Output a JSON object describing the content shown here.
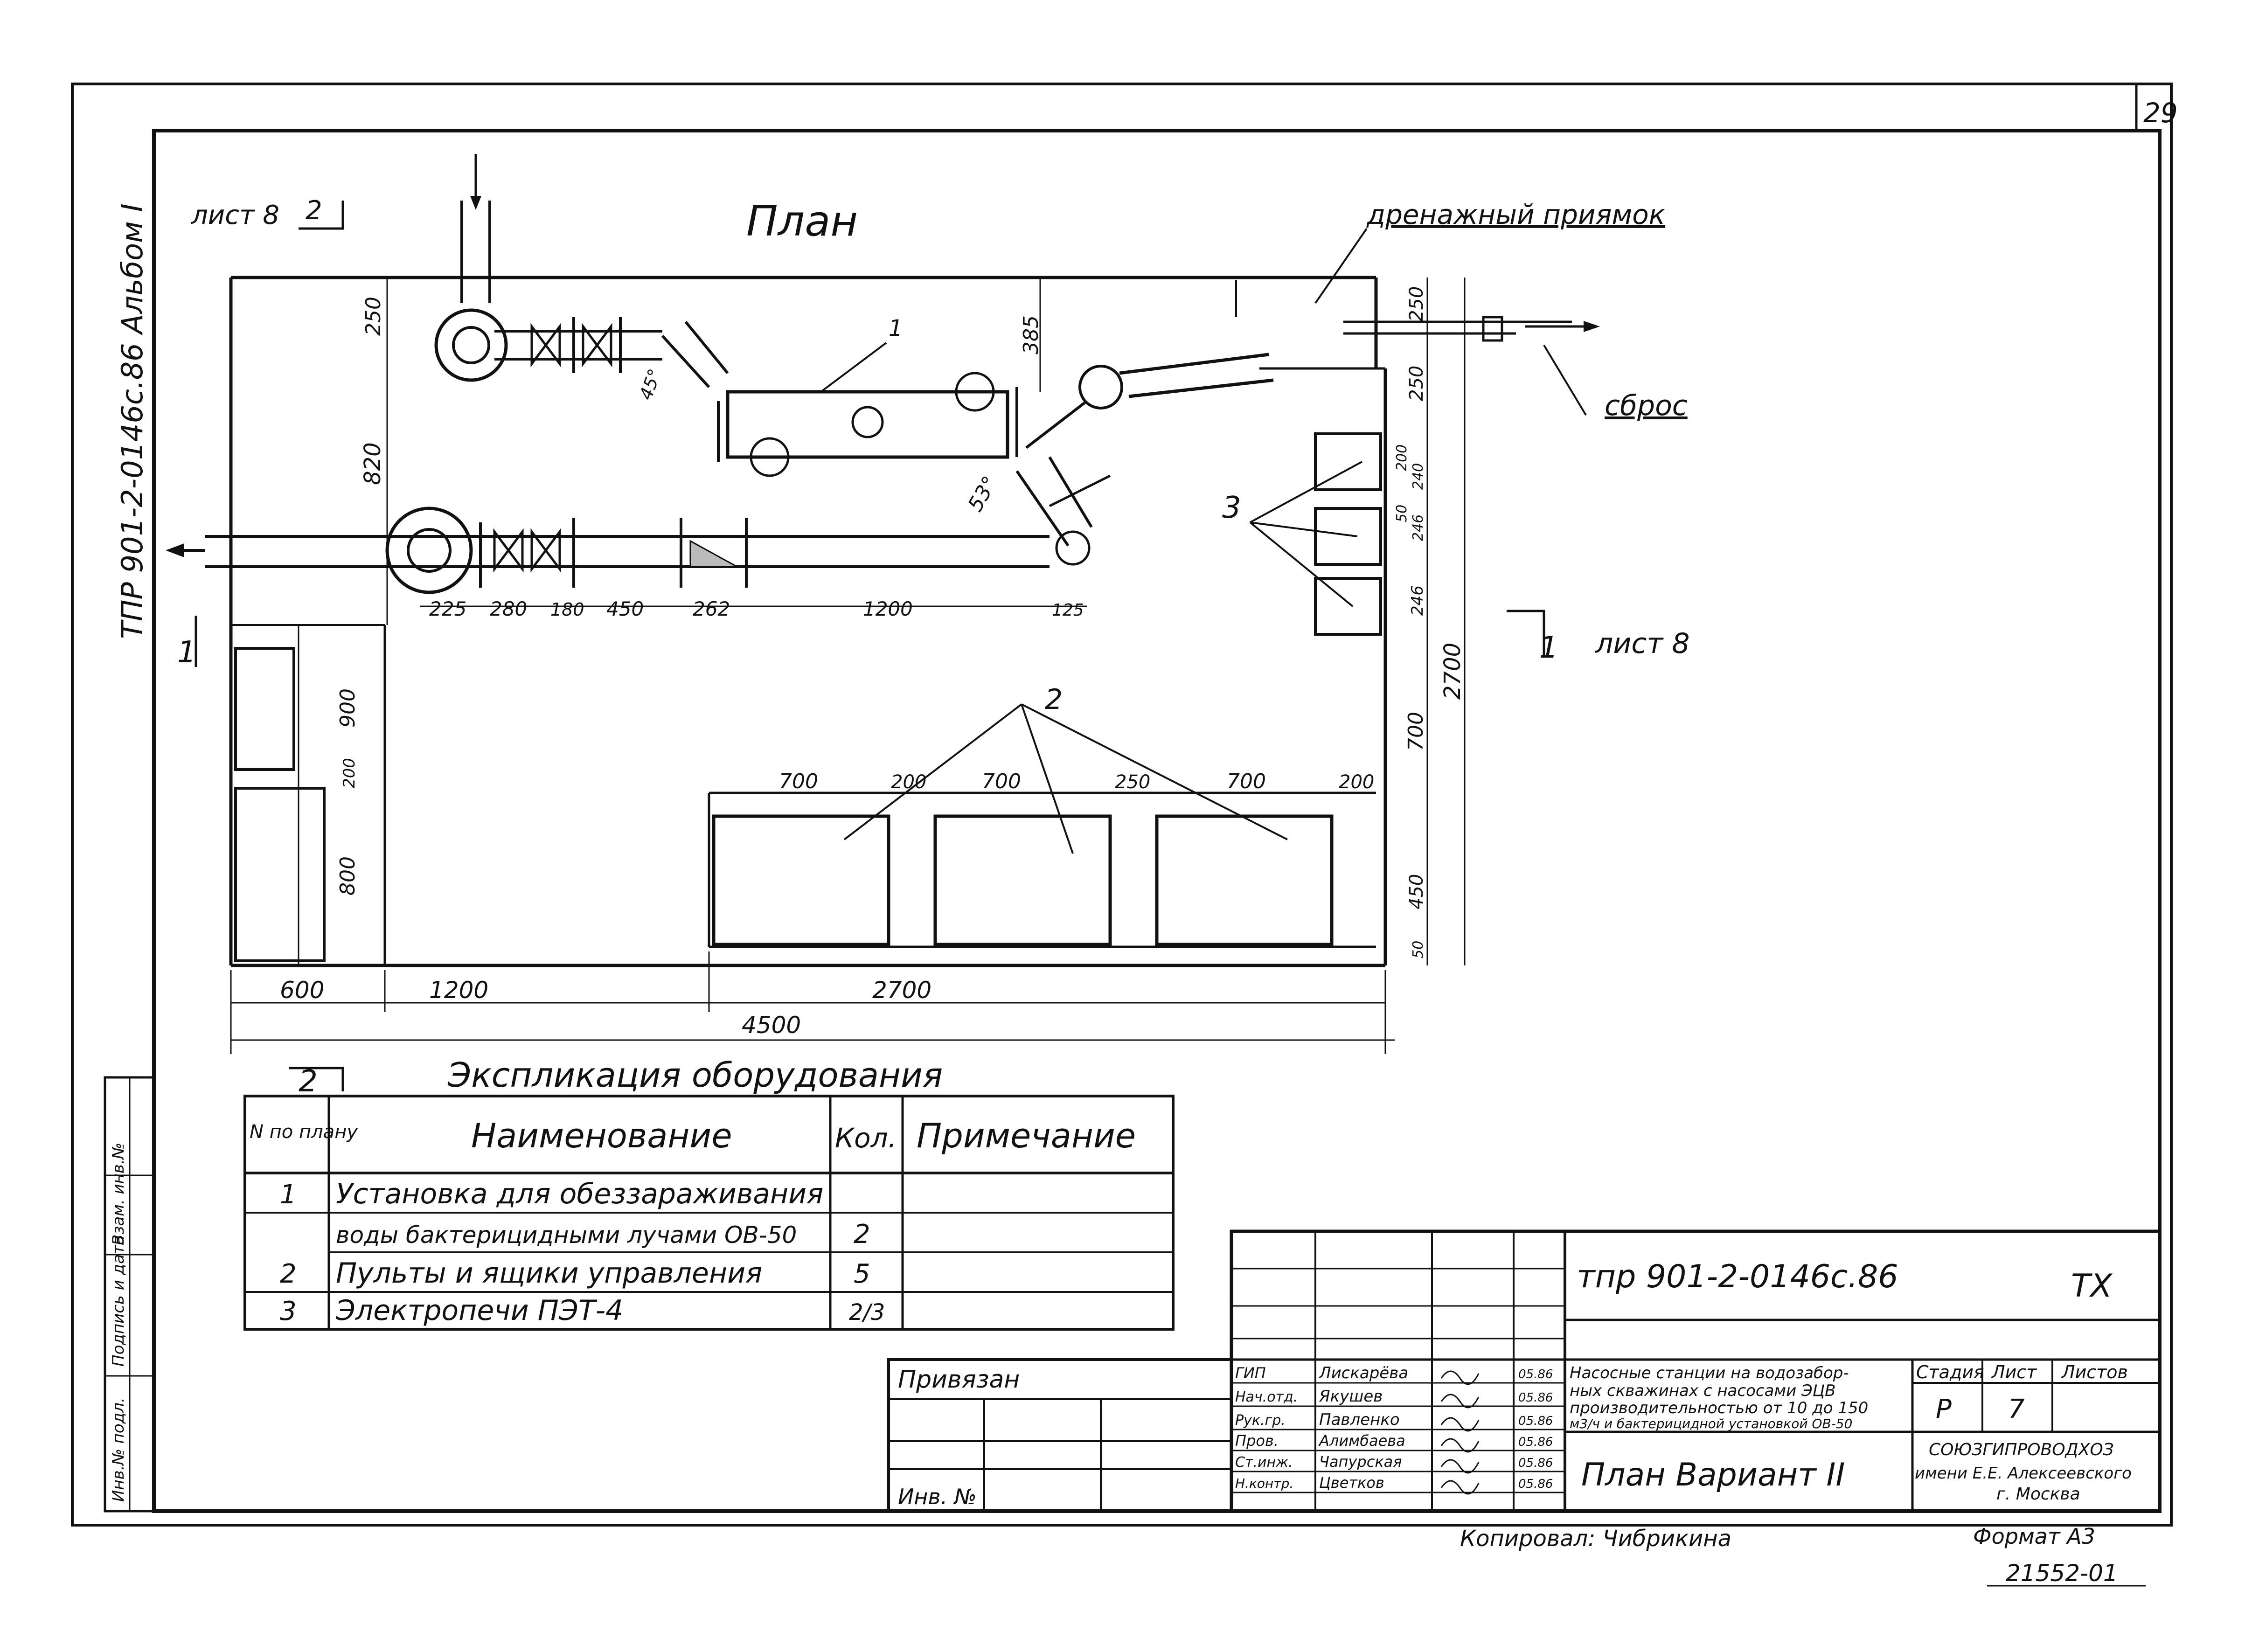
{
  "sheet": {
    "page_number": "29",
    "side_code": "ТПР 901-2-0146с.86  Альбом I",
    "side_stamp": [
      "Инв.№ подл.",
      "Подпись и дата",
      "Взам. инв.№"
    ],
    "copied_by": "Копировал: Чибрикина",
    "format": "Формат А3",
    "archive_number": "21552-01"
  },
  "plan": {
    "title": "План",
    "sheet_ref_top": "лист 8",
    "sheet_ref_top_mark": "2",
    "section_mark_left": "1",
    "section_mark_right": "1",
    "section_ref_right": "лист 8",
    "section_mark_bottom": "2",
    "callouts": {
      "drain_pit": "дренажный приямок",
      "discharge": "сброс",
      "item_1": "1",
      "item_2": "2",
      "item_3": "3"
    },
    "dims": {
      "overall": "4500",
      "bottom_600": "600",
      "bottom_1200": "1200",
      "bottom_2700": "2700",
      "right_2700": "2700",
      "left_820": "820",
      "left_250": "250",
      "left_900": "900",
      "left_200": "200",
      "left_800": "800",
      "top_385": "385",
      "top_250": "250",
      "top_250b": "250",
      "r_200": "200",
      "r_240": "240",
      "r_246": "246",
      "r_50": "50",
      "r_246b": "246",
      "r_700": "700",
      "r_450": "450",
      "r_50b": "50",
      "pipe_225": "225",
      "pipe_280": "280",
      "pipe_180": "180",
      "pipe_450": "450",
      "pipe_262": "262",
      "pipe_1200": "1200",
      "pipe_125": "125",
      "panel_700a": "700",
      "panel_200a": "200",
      "panel_700b": "700",
      "panel_250": "250",
      "panel_700c": "700",
      "panel_200b": "200",
      "angle_45": "45°",
      "angle_53": "53°"
    }
  },
  "equipment_table": {
    "title": "Экспликация оборудования",
    "headers": [
      "N по плану",
      "Наименование",
      "Кол.",
      "Примечание"
    ],
    "rows": [
      {
        "num": "1",
        "name": "Установка для обеззараживания",
        "qty": "",
        "note": ""
      },
      {
        "num": "",
        "name": "воды бактерицидными лучами ОВ-50",
        "qty": "2",
        "note": ""
      },
      {
        "num": "2",
        "name": "Пульты и ящики управления",
        "qty": "5",
        "note": ""
      },
      {
        "num": "3",
        "name": "Электропечи ПЭТ-4",
        "qty": "2/3",
        "note": ""
      }
    ]
  },
  "title_block": {
    "doc_code": "тпр 901-2-0146с.86",
    "doc_mark": "ТХ",
    "bound_label": "Привязан",
    "inv_label": "Инв. №",
    "description": [
      "Насосные станции на водозабор-",
      "ных скважинах с насосами ЭЦВ",
      "производительностью от 10 до 150",
      "м3/ч и бактерицидной установкой ОВ-50"
    ],
    "sheet_title": "План  Вариант II",
    "stage_header": "Стадия",
    "sheet_header": "Лист",
    "sheets_header": "Листов",
    "stage": "Р",
    "sheet_no": "7",
    "sheets_total": "",
    "org": [
      "СОЮЗГИПРОВОДХОЗ",
      "имени Е.Е. Алексеевского",
      "г. Москва"
    ],
    "signatures": [
      {
        "role": "ГИП",
        "name": "Лискарёва",
        "date": "05.86"
      },
      {
        "role": "Нач.отд.",
        "name": "Якушев",
        "date": "05.86"
      },
      {
        "role": "Рук.гр.",
        "name": "Павленко",
        "date": "05.86"
      },
      {
        "role": "Пров.",
        "name": "Алимбаева",
        "date": "05.86"
      },
      {
        "role": "Ст.инж.",
        "name": "Чапурская",
        "date": "05.86"
      },
      {
        "role": "Н.контр.",
        "name": "Цветков",
        "date": "05.86"
      }
    ]
  }
}
